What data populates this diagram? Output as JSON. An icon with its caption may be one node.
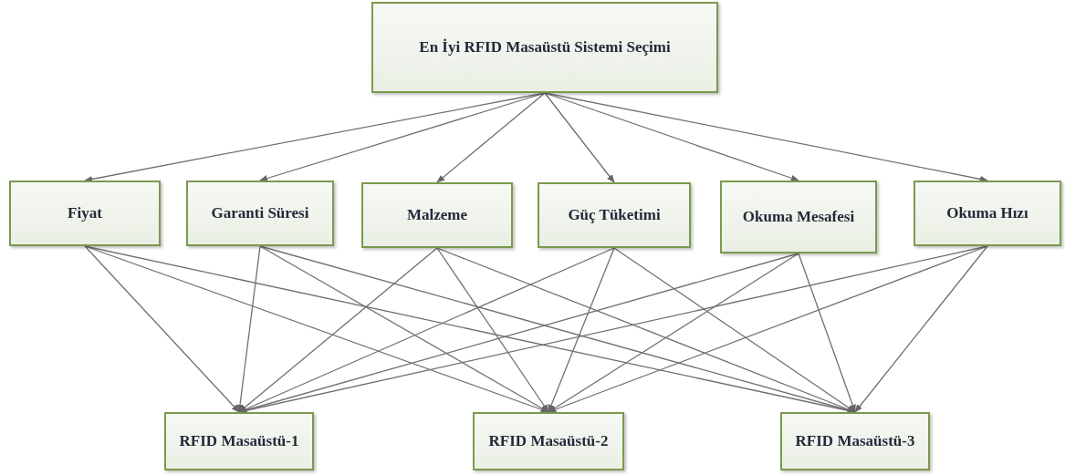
{
  "diagram": {
    "nodes": [
      {
        "text": [
          "En İyi RFID Masaüstü Sistemi Seçimi"
        ]
      },
      {
        "text": [
          "Fiyat"
        ]
      },
      {
        "text": [
          "Garanti Süresi"
        ]
      },
      {
        "text": [
          "Malzeme"
        ]
      },
      {
        "text": [
          "Güç Tüketimi"
        ]
      },
      {
        "text": [
          "Okuma Mesafesi"
        ]
      },
      {
        "text": [
          "Okuma Hızı"
        ]
      },
      {
        "text": [
          "RFID Masaüstü-1"
        ]
      },
      {
        "text": [
          "RFID Masaüstü-2"
        ]
      },
      {
        "text": [
          "RFID Masaüstü-3"
        ]
      }
    ],
    "edges": [
      {
        "from": 0,
        "to": 1,
        "arrow": "to"
      },
      {
        "from": 0,
        "to": 2,
        "arrow": "to"
      },
      {
        "from": 0,
        "to": 3,
        "arrow": "to"
      },
      {
        "from": 0,
        "to": 4,
        "arrow": "to"
      },
      {
        "from": 0,
        "to": 5,
        "arrow": "to"
      },
      {
        "from": 0,
        "to": 6,
        "arrow": "to"
      },
      {
        "from": 1,
        "to": 7,
        "arrow": "to"
      },
      {
        "from": 1,
        "to": 8,
        "arrow": "to"
      },
      {
        "from": 1,
        "to": 9,
        "arrow": "to"
      },
      {
        "from": 2,
        "to": 7,
        "arrow": "to"
      },
      {
        "from": 2,
        "to": 8,
        "arrow": "to"
      },
      {
        "from": 2,
        "to": 9,
        "arrow": "to"
      },
      {
        "from": 3,
        "to": 7,
        "arrow": "to"
      },
      {
        "from": 3,
        "to": 8,
        "arrow": "to"
      },
      {
        "from": 3,
        "to": 9,
        "arrow": "to"
      },
      {
        "from": 4,
        "to": 7,
        "arrow": "to"
      },
      {
        "from": 4,
        "to": 8,
        "arrow": "to"
      },
      {
        "from": 4,
        "to": 9,
        "arrow": "to"
      },
      {
        "from": 5,
        "to": 7,
        "arrow": "to"
      },
      {
        "from": 5,
        "to": 8,
        "arrow": "to"
      },
      {
        "from": 5,
        "to": 9,
        "arrow": "to"
      },
      {
        "from": 6,
        "to": 7,
        "arrow": "to"
      },
      {
        "from": 6,
        "to": 8,
        "arrow": "to"
      },
      {
        "from": 6,
        "to": 9,
        "arrow": "to"
      }
    ]
  }
}
